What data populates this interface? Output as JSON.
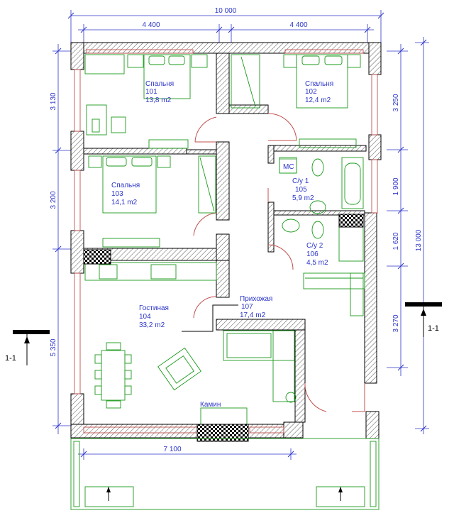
{
  "dimensions": {
    "top_total": "10 000",
    "top_left": "4 400",
    "top_right": "4 400",
    "left_1": "3 130",
    "left_2": "3 200",
    "left_3": "5 350",
    "right_1": "3 250",
    "right_2": "1 900",
    "right_3": "1 620",
    "right_4": "3 270",
    "right_total": "13 000",
    "bottom": "7 100"
  },
  "rooms": [
    {
      "name": "Спальня",
      "number": "101",
      "area": "13,8 m2"
    },
    {
      "name": "Спальня",
      "number": "102",
      "area": "12,4 m2"
    },
    {
      "name": "Спальня",
      "number": "103",
      "area": "14,1 m2"
    },
    {
      "name": "Гостиная",
      "number": "104",
      "area": "33,2 m2"
    },
    {
      "name": "С/у 1",
      "number": "105",
      "area": "5,9 m2"
    },
    {
      "name": "С/у 2",
      "number": "106",
      "area": "4,5 m2"
    },
    {
      "name": "Прихожая",
      "number": "107",
      "area": "17,4 m2"
    }
  ],
  "labels": {
    "fireplace": "Камин",
    "section_left": "1-1",
    "section_right": "1-1",
    "washer": "МС"
  }
}
